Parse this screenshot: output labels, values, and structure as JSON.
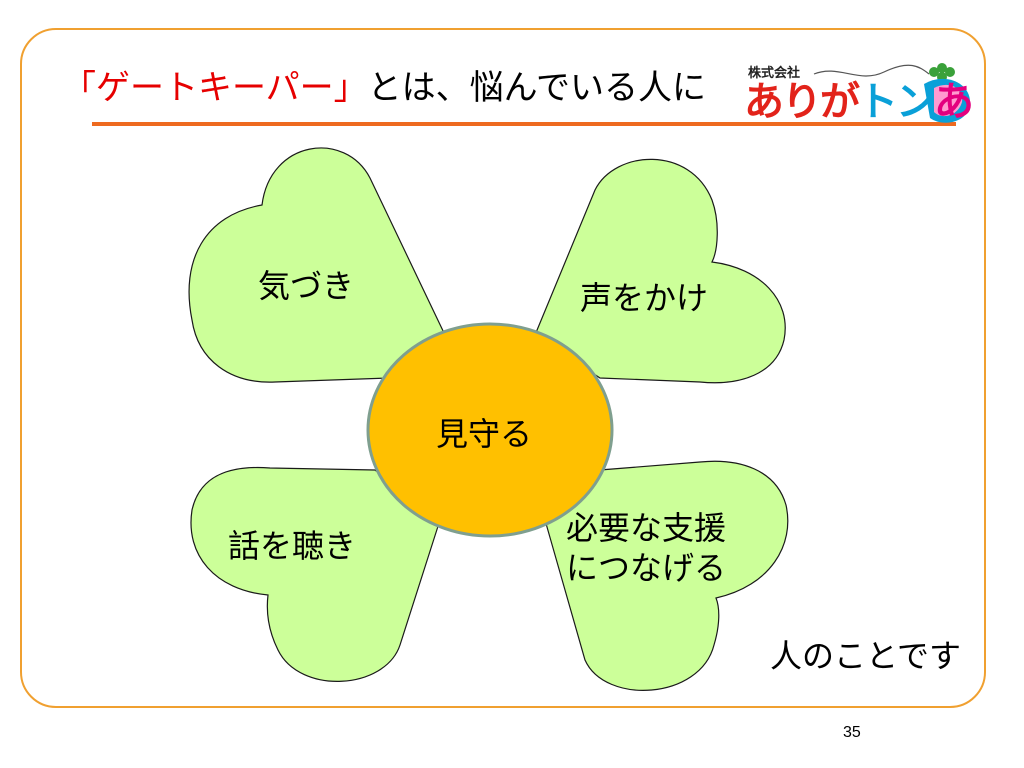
{
  "slide": {
    "title_bracketed": "「ゲートキーパー」",
    "title_rest": "とは、悩んでいる人に",
    "closing": "人のことです",
    "page_number": "35"
  },
  "logo": {
    "company": "株式会社",
    "brand_part1": "ありが",
    "brand_part2": "トン",
    "brand_part3": "あ"
  },
  "diagram": {
    "center": "見守る",
    "petals": {
      "top_left": "気づき",
      "top_right": "声をかけ",
      "bottom_left": "話を聴き",
      "bottom_right_line1": "必要な支援",
      "bottom_right_line2": "につなげる"
    }
  },
  "colors": {
    "frame": "#f0a030",
    "title_accent": "#e60000",
    "rule": "#ee6a1f",
    "petal_fill": "#ccff99",
    "center_fill": "#ffc000",
    "center_stroke": "#7f9f8f"
  }
}
